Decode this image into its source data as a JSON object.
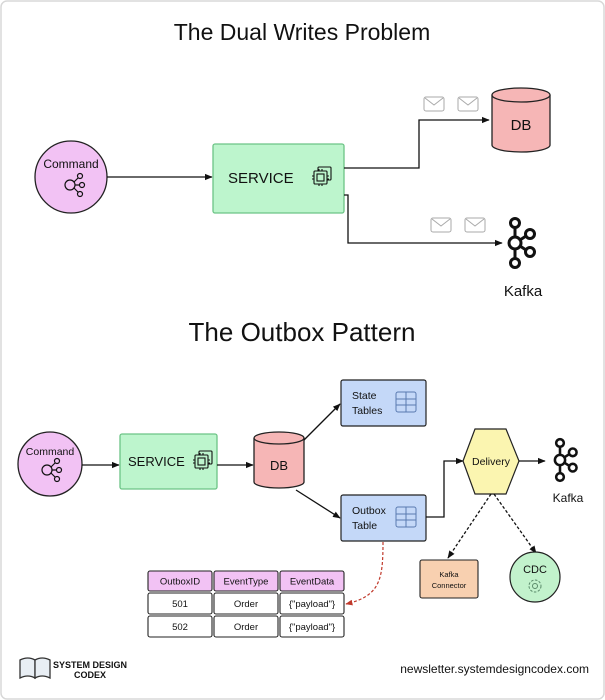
{
  "dual_writes": {
    "title": "The Dual Writes Problem",
    "command": "Command",
    "service": "SERVICE",
    "db": "DB",
    "kafka": "Kafka"
  },
  "outbox": {
    "title": "The Outbox Pattern",
    "command": "Command",
    "service": "SERVICE",
    "db": "DB",
    "state_tables": [
      "State",
      "Tables"
    ],
    "outbox_table": [
      "Outbox",
      "Table"
    ],
    "delivery": "Delivery",
    "kafka": "Kafka",
    "kafka_connector": [
      "Kafka",
      "Connector"
    ],
    "cdc": "CDC",
    "table": {
      "headers": [
        "OutboxID",
        "EventType",
        "EventData"
      ],
      "rows": [
        [
          "501",
          "Order",
          "{\"payload\"}"
        ],
        [
          "502",
          "Order",
          "{\"payload\"}"
        ]
      ]
    }
  },
  "footer": {
    "logo": [
      "SYSTEM DESIGN",
      "CODEX"
    ],
    "url": "newsletter.systemdesigncodex.com"
  },
  "colors": {
    "command": "#f2c2f4",
    "service": "#bdf5cd",
    "db": "#f6b6b6",
    "tables": "#c4d8f8",
    "delivery": "#fbf5b0",
    "connector": "#f8d0b0",
    "cdc": "#c2f2cc",
    "table_header": "#f2c2f4",
    "dashed_link": "#c0392b"
  }
}
